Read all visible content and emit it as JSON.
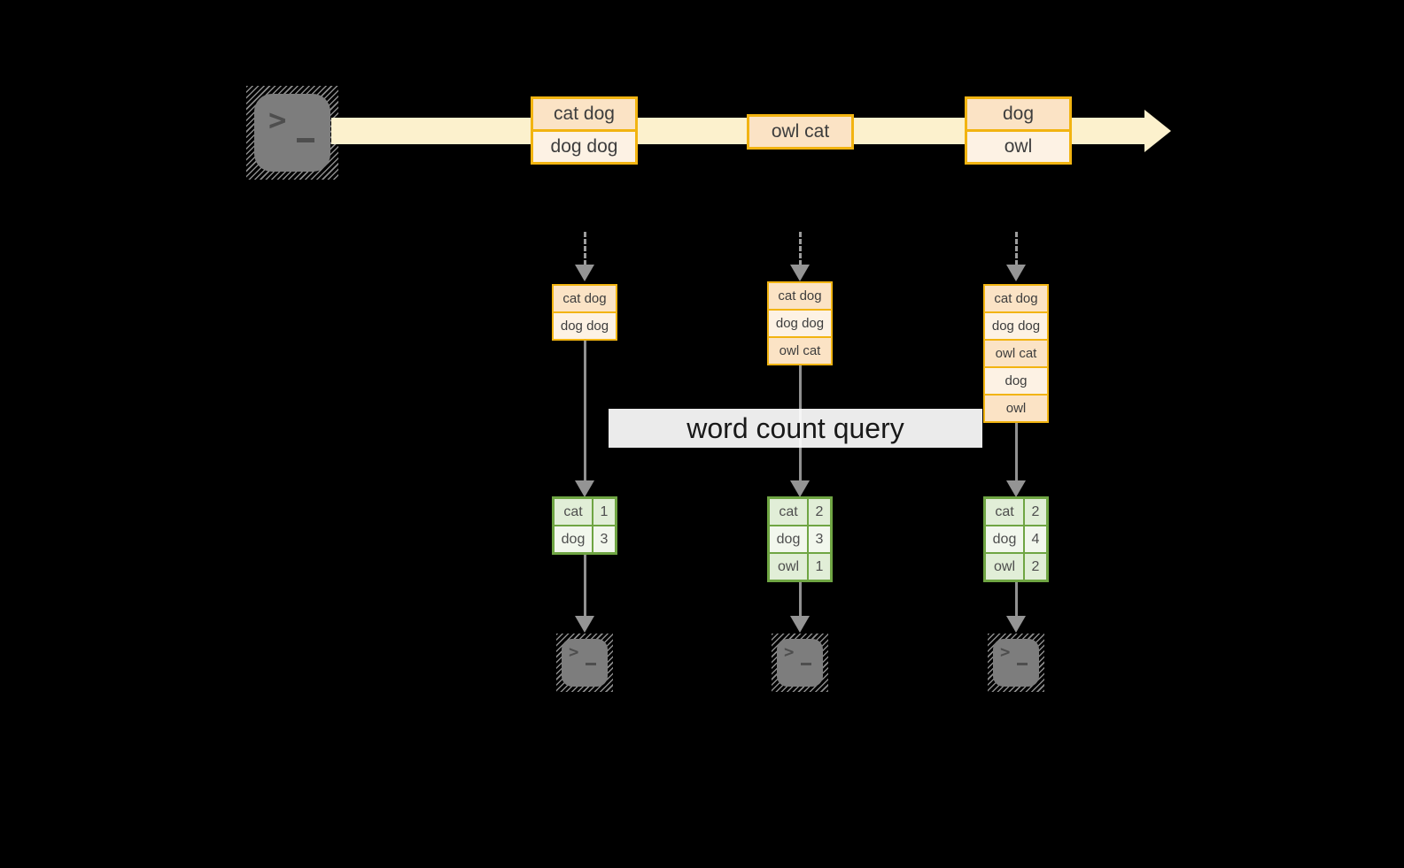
{
  "colors": {
    "background": "#000000",
    "stream_band": "#fcf1cd",
    "orange_border": "#f2b411",
    "cell_peach_dark": "#fbe3c5",
    "cell_peach_light": "#fdf2e4",
    "green_border": "#6fa543",
    "cell_green_dark": "#e1eed7",
    "cell_green_light": "#f2f7ed",
    "arrow_gray": "#949494",
    "terminal_gray": "#7d7d7d"
  },
  "terminal": {
    "prompt_chevron": ">"
  },
  "stream": {
    "batches": [
      {
        "lines": [
          "cat dog",
          "dog dog"
        ]
      },
      {
        "lines": [
          "owl cat"
        ]
      },
      {
        "lines": [
          "dog",
          "owl"
        ]
      }
    ]
  },
  "query_banner": {
    "label": "word count query"
  },
  "columns": [
    {
      "input_state": [
        "cat dog",
        "dog dog"
      ],
      "result": [
        {
          "word": "cat",
          "count": "1"
        },
        {
          "word": "dog",
          "count": "3"
        }
      ]
    },
    {
      "input_state": [
        "cat dog",
        "dog dog",
        "owl cat"
      ],
      "result": [
        {
          "word": "cat",
          "count": "2"
        },
        {
          "word": "dog",
          "count": "3"
        },
        {
          "word": "owl",
          "count": "1"
        }
      ]
    },
    {
      "input_state": [
        "cat dog",
        "dog dog",
        "owl cat",
        "dog",
        "owl"
      ],
      "result": [
        {
          "word": "cat",
          "count": "2"
        },
        {
          "word": "dog",
          "count": "4"
        },
        {
          "word": "owl",
          "count": "2"
        }
      ]
    }
  ]
}
